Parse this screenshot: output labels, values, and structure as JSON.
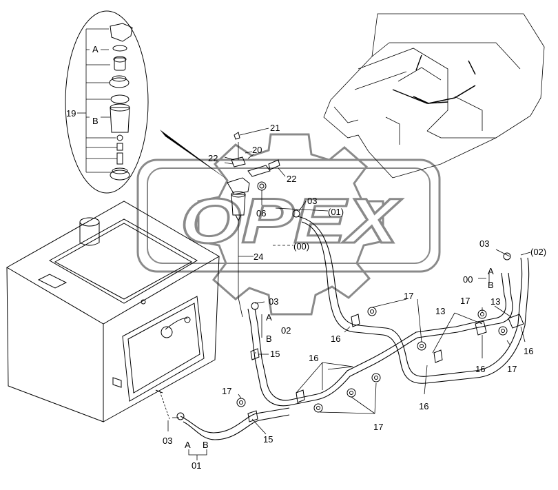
{
  "watermark": {
    "text": "OPEX"
  },
  "callouts": {
    "c19": "19",
    "c21": "21",
    "c20": "20",
    "c22a": "22",
    "c22b": "22",
    "c06": "06",
    "c03_top": "03",
    "p01_top": "(01)",
    "p00": "(00)",
    "c24": "24",
    "c03_right": "03",
    "p02": "(02)",
    "A_right": "A",
    "c00": "00",
    "B_right": "B",
    "c03_mid": "03",
    "A_mid": "A",
    "c02": "02",
    "B_mid": "B",
    "c15_mid": "15",
    "c17_top": "17",
    "c13_a": "13",
    "c17_b": "17",
    "c13_b": "13",
    "c16_a": "16",
    "c16_b": "16",
    "c16_c": "16",
    "c16_d": "16",
    "c16_e": "16",
    "c17_c": "17",
    "c17_left": "17",
    "c17_bottom": "17",
    "c15_bottom": "15",
    "c03_bottom": "03",
    "A_bottom": "A",
    "B_bottom": "B",
    "c01": "01",
    "inset_A": "A",
    "inset_B": "B"
  }
}
